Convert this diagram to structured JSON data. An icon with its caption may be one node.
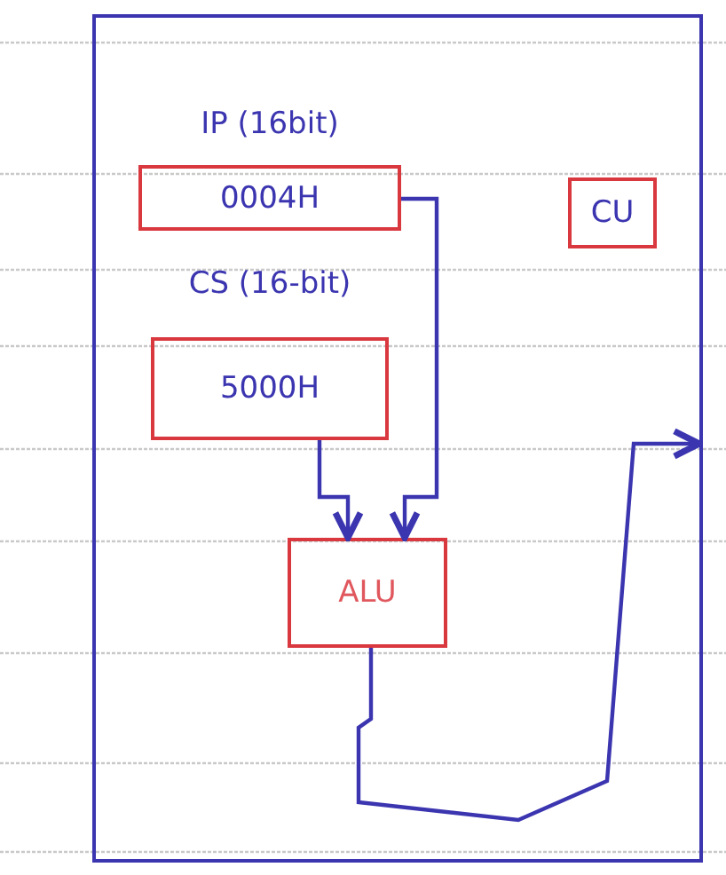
{
  "diagram": {
    "nodes": [
      {
        "text": [],
        "shape": "box"
      },
      {
        "text": [
          "IP (16bit)",
          "0004H"
        ],
        "in": 0
      },
      {
        "text": [
          "CS (16-bit)",
          "5000H"
        ],
        "in": 0
      },
      {
        "text": [
          "ALU"
        ],
        "in": 0
      },
      {
        "text": [
          "CU"
        ],
        "in": 0
      }
    ],
    "edges": [
      {
        "from": 1,
        "to": 3,
        "arrow": "to"
      },
      {
        "from": 2,
        "to": 3,
        "arrow": "to"
      },
      {
        "from": 3,
        "to": null,
        "arrow": "to"
      }
    ]
  }
}
